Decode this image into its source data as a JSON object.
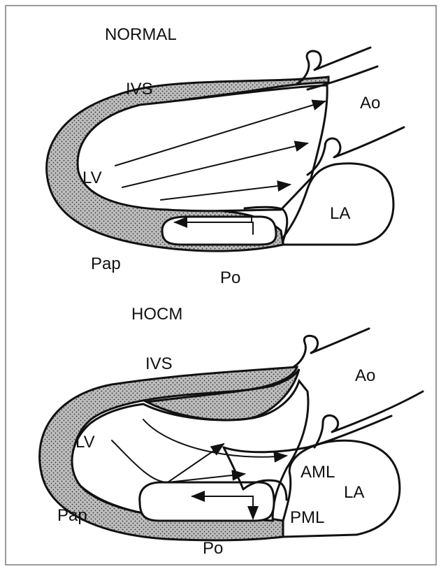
{
  "normal": {
    "title": "NORMAL",
    "labels": {
      "ivs": "IVS",
      "ao": "Ao",
      "lv": "LV",
      "la": "LA",
      "pap": "Pap",
      "po": "Po"
    }
  },
  "hocm": {
    "title": "HOCM",
    "labels": {
      "ivs": "IVS",
      "ao": "Ao",
      "lv": "LV",
      "aml": "AML",
      "la": "LA",
      "pml": "PML",
      "pap": "Pap",
      "po": "Po"
    }
  }
}
